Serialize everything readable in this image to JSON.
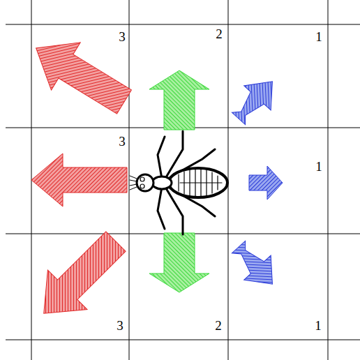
{
  "diagram": {
    "labels": [
      "3",
      "2",
      "1",
      "3",
      "1",
      "3",
      "2",
      "1"
    ]
  }
}
